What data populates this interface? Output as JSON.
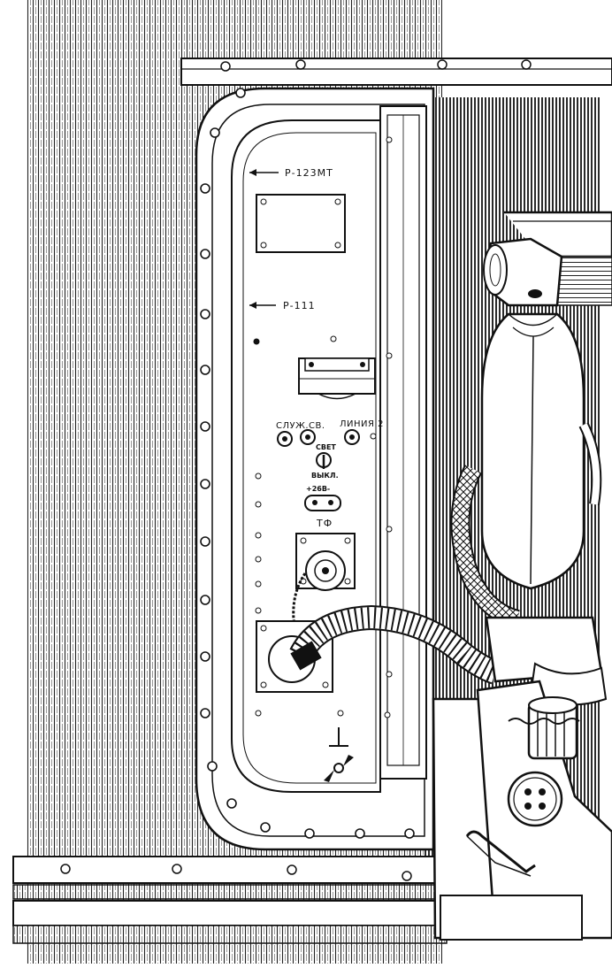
{
  "labels": {
    "r123": "Р-123МТ",
    "r111": "Р-111",
    "sluzh": "СЛУЖ.СВ.",
    "linia": "ЛИНИЯ 2",
    "svet": "СВЕТ",
    "vykl": "ВЫКЛ.",
    "volt": "+26В-",
    "tf": "ТФ"
  },
  "colors": {
    "ink": "#111111",
    "paper": "#ffffff"
  }
}
